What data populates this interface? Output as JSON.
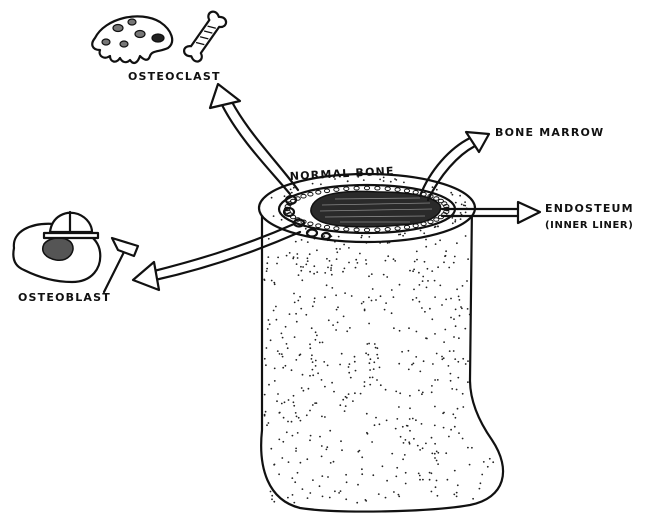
{
  "labels": {
    "osteoclast": "OSTEOCLAST",
    "bone_marrow": "BONE MARROW",
    "normal_bone": "NORMAL BONE",
    "endosteum": "ENDOSTEUM",
    "inner_liner": "(INNER LINER)",
    "osteoblast": "OSTEOBLAST"
  },
  "colors": {
    "ink": "#111111",
    "background": "#ffffff"
  },
  "icons": [
    "osteoclast-cell-icon",
    "bone-icon",
    "osteoblast-cell-icon",
    "hard-hat-icon",
    "hammer-icon"
  ]
}
